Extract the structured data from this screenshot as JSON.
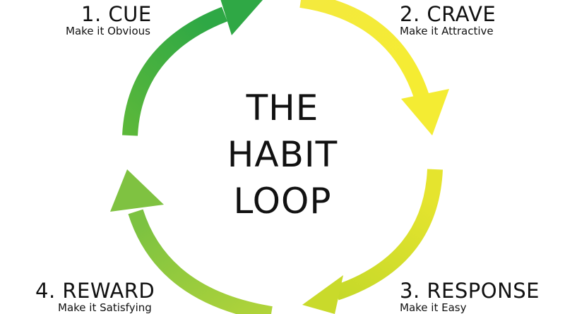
{
  "center": {
    "line1": "THE",
    "line2": "HABIT",
    "line3": "LOOP"
  },
  "stages": [
    {
      "title": "1. CUE",
      "subtitle": "Make it Obvious",
      "color": "#3aaa3a"
    },
    {
      "title": "2. CRAVE",
      "subtitle": "Make it Attractive",
      "color": "#f2eb34"
    },
    {
      "title": "3. RESPONSE",
      "subtitle": "Make it Easy",
      "color": "#d8df2c"
    },
    {
      "title": "4. REWARD",
      "subtitle": "Make it Satisfying",
      "color": "#86c440"
    }
  ]
}
